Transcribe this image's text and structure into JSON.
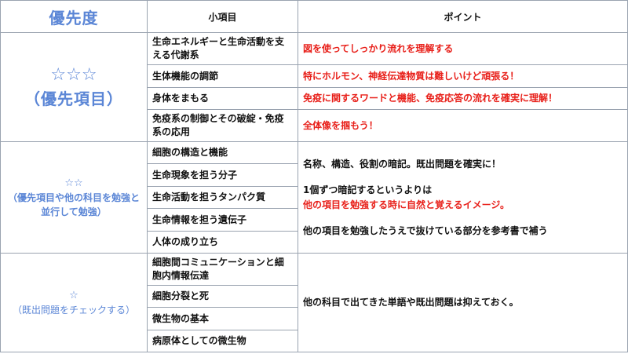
{
  "header": {
    "priority": "優先度",
    "item": "小項目",
    "point": "ポイント"
  },
  "groups": [
    {
      "stars": "☆☆☆",
      "label": "（優先項目）",
      "items": [
        {
          "text": "生命エネルギーと生命活動を支える代謝系",
          "point": "図を使ってしっかり流れを理解する"
        },
        {
          "text": "生体機能の調節",
          "point": "特にホルモン、神経伝達物質は難しいけど頑張る！"
        },
        {
          "text": "身体をまもる",
          "point": "免疫に関するワードと機能、免疫応答の流れを確実に理解！"
        },
        {
          "text": "免疫系の制御とその破綻・免疫系の応用",
          "point": "全体像を掴もう！"
        }
      ]
    },
    {
      "stars": "☆☆",
      "label": "（優先項目や他の科目を勉強と並行して勉強）",
      "items": [
        {
          "text": "細胞の構造と機能"
        },
        {
          "text": "生命現象を担う分子"
        },
        {
          "text": "生命活動を担うタンパク質"
        },
        {
          "text": "生命情報を担う遺伝子"
        },
        {
          "text": "人体の成り立ち"
        }
      ],
      "points": {
        "p1": "名称、構造、役割の暗記。既出問題を確実に！",
        "p2": "1個ずつ暗記するというよりは",
        "p3": "他の項目を勉強する時に自然と覚えるイメージ。",
        "p4": "他の項目を勉強したうえで抜けている部分を参考書で補う"
      }
    },
    {
      "stars": "☆",
      "label": "（既出問題をチェックする）",
      "items": [
        {
          "text": "細胞間コミュニケーションと細胞内情報伝達"
        },
        {
          "text": "細胞分裂と死"
        },
        {
          "text": "微生物の基本"
        },
        {
          "text": "病原体としての微生物"
        }
      ],
      "point": "他の科目で出てきた単語や既出問題は抑えておく。"
    }
  ]
}
